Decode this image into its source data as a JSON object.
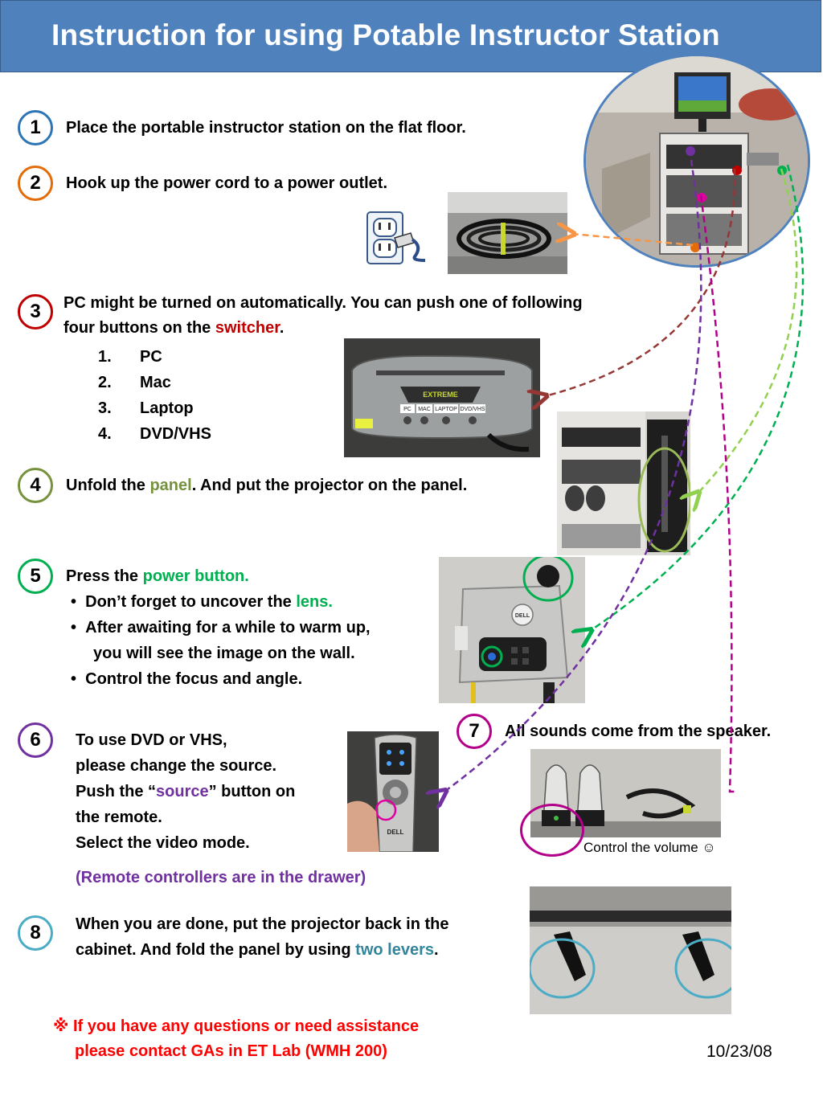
{
  "title": "Instruction for using Potable Instructor Station",
  "steps": {
    "s1": {
      "num": "1",
      "text": "Place the portable instructor station on the flat floor."
    },
    "s2": {
      "num": "2",
      "text": "Hook up the power cord to a power outlet."
    },
    "s3": {
      "num": "3",
      "line1": "PC might be turned on automatically. You can push one of following",
      "line2_pre": "four buttons on the ",
      "line2_hl": "switcher",
      "line2_post": ".",
      "buttons": [
        {
          "n": "1.",
          "label": "PC"
        },
        {
          "n": "2.",
          "label": "Mac"
        },
        {
          "n": "3.",
          "label": "Laptop"
        },
        {
          "n": "4.",
          "label": "DVD/VHS"
        }
      ],
      "switcher_labels": [
        "EXTREME",
        "PC",
        "MAC",
        "LAPTOP",
        "DVD/VHS"
      ]
    },
    "s4": {
      "num": "4",
      "pre": "Unfold the ",
      "hl": "panel",
      "post": ". And put the projector on the panel."
    },
    "s5": {
      "num": "5",
      "pre": "Press the ",
      "hl": "power button.",
      "b1_pre": "Don’t forget to uncover the ",
      "b1_hl": "lens.",
      "b2_l1": "After awaiting for a while to warm up,",
      "b2_l2": " you will see the image on the wall.",
      "b3": "Control the focus and angle.",
      "projector_brand": "DELL"
    },
    "s6": {
      "num": "6",
      "l1": "To use DVD or VHS,",
      "l2": "please change the source.",
      "l3_pre": "Push the “",
      "l3_hl": "source",
      "l3_post": "” button on",
      "l4": "the remote.",
      "l5": "Select the video mode.",
      "note": "(Remote controllers are in the drawer)",
      "remote_brand": "DELL"
    },
    "s7": {
      "num": "7",
      "text": "All sounds come from the speaker.",
      "caption": "Control the volume ☺"
    },
    "s8": {
      "num": "8",
      "l1": "When you are done, put the projector back in the",
      "l2_pre": "cabinet. And fold the panel by using ",
      "l2_hl": "two levers",
      "l2_post": "."
    },
    "footer": {
      "l1": "※ If  you have any questions or need assistance",
      "l2": "please contact GAs in ET Lab (WMH 200)",
      "date": "10/23/08"
    }
  },
  "colors": {
    "header": "#4f81bd",
    "s1": "#2e75b6",
    "s2": "#e36c09",
    "s3": "#c00000",
    "s4": "#76923c",
    "s5": "#00b050",
    "s6": "#7030a0",
    "s7": "#b3008a",
    "s8": "#4bacc6",
    "footer": "#ff0000"
  },
  "icons": [
    "power-outlet-icon",
    "smiley-icon"
  ]
}
